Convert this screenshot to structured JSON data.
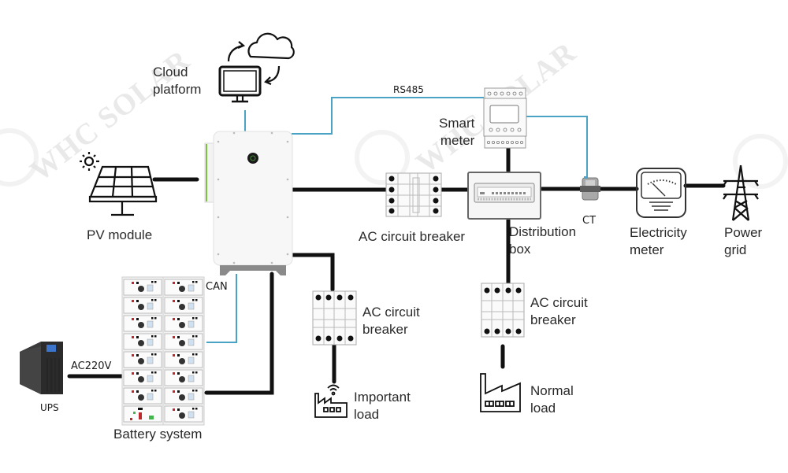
{
  "title": "Hybrid solar energy storage system wiring diagram",
  "watermark": "WHC SOLAR",
  "colors": {
    "power_line": "#111111",
    "comm_line": "#4aa3c4",
    "label_text": "#2a2a2a",
    "watermark": "#e9e9e9",
    "inverter_accent": "#7cc242"
  },
  "nodes": {
    "cloud_platform": {
      "label": "Cloud\nplatform",
      "icon": "cloud-monitor-icon"
    },
    "pv_module": {
      "label": "PV module",
      "icon": "solar-panel-icon"
    },
    "hybrid_inverter": {
      "label": "",
      "icon": "inverter-icon"
    },
    "smart_meter": {
      "label": "Smart\nmeter",
      "icon": "din-rail-meter-icon"
    },
    "ac_breaker_main": {
      "label": "AC circuit breaker",
      "icon": "circuit-breaker-icon"
    },
    "distribution_box": {
      "label": "Distribution\nbox",
      "icon": "distribution-box-icon"
    },
    "ct": {
      "label": "CT",
      "icon": "current-transformer-icon"
    },
    "electricity_meter": {
      "label": "Electricity\nmeter",
      "icon": "analog-meter-icon"
    },
    "power_grid": {
      "label": "Power\ngrid",
      "icon": "transmission-tower-icon"
    },
    "battery_system": {
      "label": "Battery system",
      "icon": "battery-rack-icon"
    },
    "ups": {
      "label": "UPS",
      "icon": "ups-icon"
    },
    "ac_breaker_backup": {
      "label": "AC circuit\nbreaker",
      "icon": "circuit-breaker-icon"
    },
    "important_load": {
      "label": "Important\nload",
      "icon": "factory-wifi-icon"
    },
    "ac_breaker_normal": {
      "label": "AC circuit\nbreaker",
      "icon": "circuit-breaker-icon"
    },
    "normal_load": {
      "label": "Normal\nload",
      "icon": "factory-icon"
    }
  },
  "connection_labels": {
    "rs485": "RS485",
    "can": "CAN",
    "ac220v": "AC220V"
  },
  "connections": [
    {
      "from": "pv_module",
      "to": "hybrid_inverter",
      "type": "power"
    },
    {
      "from": "hybrid_inverter",
      "to": "ac_breaker_main",
      "type": "power"
    },
    {
      "from": "ac_breaker_main",
      "to": "distribution_box",
      "type": "power"
    },
    {
      "from": "distribution_box",
      "to": "ct",
      "type": "power"
    },
    {
      "from": "ct",
      "to": "electricity_meter",
      "type": "power"
    },
    {
      "from": "electricity_meter",
      "to": "power_grid",
      "type": "power"
    },
    {
      "from": "distribution_box",
      "to": "smart_meter",
      "type": "power"
    },
    {
      "from": "distribution_box",
      "to": "ac_breaker_normal",
      "type": "power"
    },
    {
      "from": "ac_breaker_normal",
      "to": "normal_load",
      "type": "power"
    },
    {
      "from": "hybrid_inverter",
      "to": "ac_breaker_backup",
      "type": "power"
    },
    {
      "from": "ac_breaker_backup",
      "to": "important_load",
      "type": "power"
    },
    {
      "from": "hybrid_inverter",
      "to": "battery_system",
      "type": "power"
    },
    {
      "from": "ups",
      "to": "battery_system",
      "type": "power",
      "label": "AC220V"
    },
    {
      "from": "hybrid_inverter",
      "to": "cloud_platform",
      "type": "communication"
    },
    {
      "from": "hybrid_inverter",
      "to": "smart_meter",
      "type": "communication",
      "label": "RS485"
    },
    {
      "from": "smart_meter",
      "to": "ct",
      "type": "communication"
    },
    {
      "from": "hybrid_inverter",
      "to": "battery_system",
      "type": "communication",
      "label": "CAN"
    }
  ]
}
